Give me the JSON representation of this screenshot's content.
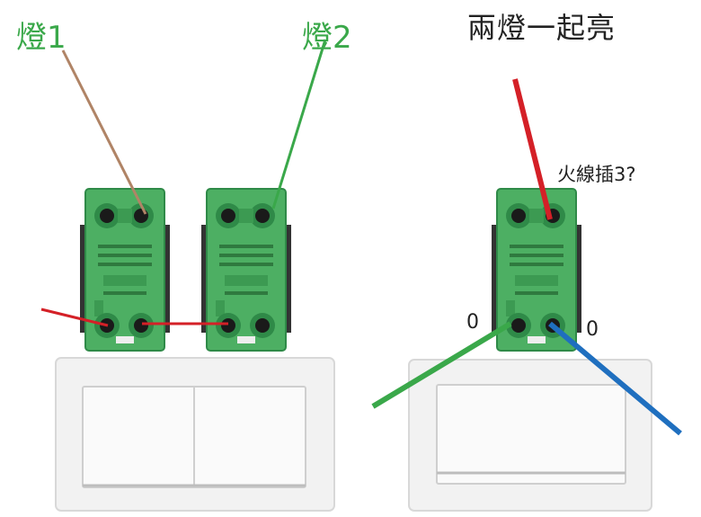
{
  "labels": {
    "lamp1": "燈1",
    "lamp2": "燈2",
    "title": "兩燈一起亮",
    "question": "火線插3?",
    "zero_left": "0",
    "zero_right": "0"
  },
  "colors": {
    "background": "#ffffff",
    "module_green": "#4daf63",
    "module_dark": "#2f8a48",
    "wire_brown": "#b08466",
    "wire_green": "#3aa84a",
    "wire_red": "#d42027",
    "wire_blue": "#1f6fbf",
    "plate": "#f4f4f4"
  },
  "icons": {
    "module": "switch-module-icon",
    "plate": "wall-plate-icon"
  }
}
